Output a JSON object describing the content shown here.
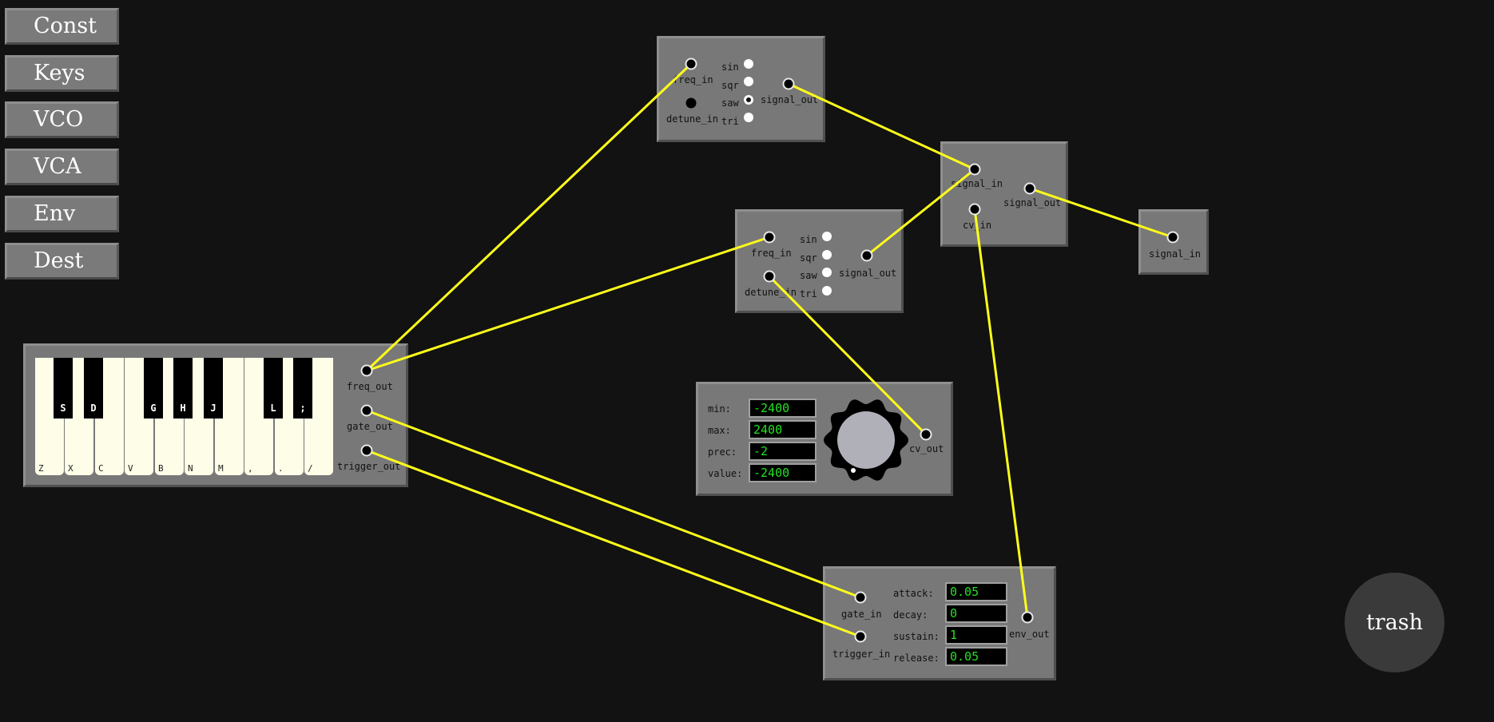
{
  "menu": [
    "Const",
    "Keys",
    "VCO",
    "VCA",
    "Env",
    "Dest"
  ],
  "vco": {
    "freq_in": "freq_in",
    "detune_in": "detune_in",
    "signal_out": "signal_out",
    "waves": [
      "sin",
      "sqr",
      "saw",
      "tri"
    ]
  },
  "vco1_selected": "saw",
  "vco2_selected": "none",
  "vca": {
    "signal_in": "signal_in",
    "cv_in": "cv_in",
    "signal_out": "signal_out"
  },
  "dest": {
    "signal_in": "signal_in"
  },
  "keys": {
    "white_keys": [
      "Z",
      "X",
      "C",
      "V",
      "B",
      "N",
      "M",
      ",",
      ".",
      "/"
    ],
    "black_keys": [
      "S",
      "D",
      "G",
      "H",
      "J",
      "L",
      ";"
    ],
    "freq_out": "freq_out",
    "gate_out": "gate_out",
    "trigger_out": "trigger_out"
  },
  "const": {
    "min_label": "min:",
    "min": "-2400",
    "max_label": "max:",
    "max": "2400",
    "prec_label": "prec:",
    "prec": "-2",
    "value_label": "value:",
    "value": "-2400",
    "cv_out": "cv_out"
  },
  "env": {
    "gate_in": "gate_in",
    "trigger_in": "trigger_in",
    "attack_label": "attack:",
    "attack": "0.05",
    "decay_label": "decay:",
    "decay": "0",
    "sustain_label": "sustain:",
    "sustain": "1",
    "release_label": "release:",
    "release": "0.05",
    "env_out": "env_out"
  },
  "trash": "trash",
  "wire_color": "#ffff1a",
  "field_text_color": "#23e023"
}
